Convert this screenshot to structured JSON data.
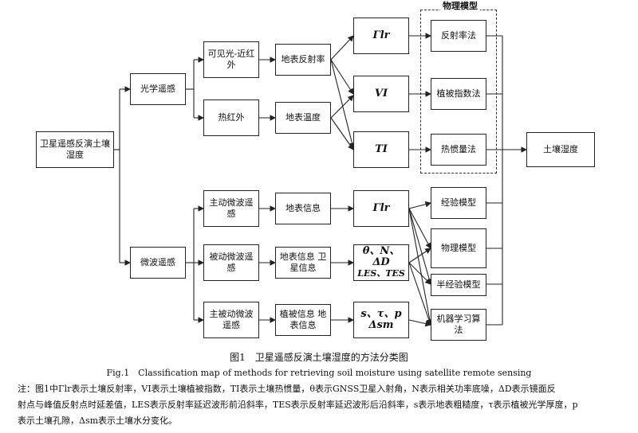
{
  "nodes": {
    "root": "卫星遥感反演土壤湿度",
    "optical": "光学遥感",
    "microwave": "微波遥感",
    "vis_nir": "可见光-近红外",
    "thermal_ir": "热红外",
    "active_mw": "主动微波遥感",
    "passive_mw": "被动微波遥感",
    "active_passive_mw": "主被动微波遥感",
    "surface_reflectance": "地表反射率",
    "surface_temperature": "地表温度",
    "surface_info": "地表信息",
    "surface_info_gnss": "地表信息 卫星信息",
    "veg_surface_info": "植被信息 地表信息",
    "gamma_lr_1": "Γlr",
    "vi": "VI",
    "ti": "TI",
    "gamma_lr_2": "Γlr",
    "gnss_params_1": "θ、N、ΔD",
    "gnss_params_2": "LES、TES",
    "veg_params_1": "s、τ、p",
    "veg_params_2": "Δsm",
    "reflectance_method": "反射率法",
    "veg_index_method": "植被指数法",
    "thermal_inertia_method": "热惯量法",
    "empirical_model": "经验模型",
    "physical_model_box": "物理模型",
    "semi_empirical_model": "半经验模型",
    "machine_learning": "机器学习算法",
    "soil_moisture": "土壤湿度"
  },
  "group_label": "物理模型",
  "caption_cn": "图1　卫星遥感反演土壤湿度的方法分类图",
  "caption_en": "Fig.1　Classification map of methods for retrieving soil moisture using satellite remote sensing",
  "note_lines": [
    "注：图1中Γlr表示土壤反射率，VI表示土壤植被指数，TI表示土壤热惯量，θ表示GNSS卫星入射角，N表示相关功率底噪，ΔD表示镜面反",
    "射点与峰值反射点时延差值，LES表示反射率延迟波形前沿斜率，TES表示反射率延迟波形后沿斜率，s表示地表粗糙度，τ表示植被光学厚度，p",
    "表示土壤孔隙，Δsm表示土壤水分变化。"
  ]
}
